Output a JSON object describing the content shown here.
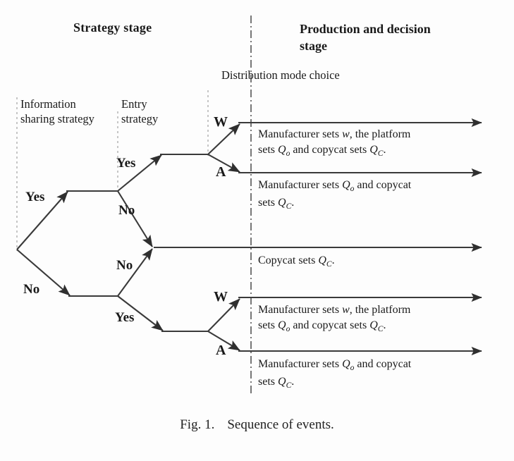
{
  "figure": {
    "caption_label": "Fig. 1.",
    "caption_text": "Sequence of events."
  },
  "headers": {
    "left_stage": "Strategy  stage",
    "right_stage": "Production and decision stage",
    "distribution_mode_choice": "Distribution mode choice"
  },
  "columns": {
    "information_sharing": "Information sharing strategy",
    "entry_strategy": "Entry strategy"
  },
  "tree": {
    "level1": [
      {
        "id": "info-yes",
        "label": "Yes"
      },
      {
        "id": "info-no",
        "label": "No"
      }
    ],
    "level2": [
      {
        "id": "entry-yes-upper",
        "label": "Yes"
      },
      {
        "id": "entry-no-upper",
        "label": "No"
      },
      {
        "id": "entry-no-lower",
        "label": "No"
      },
      {
        "id": "entry-yes-lower",
        "label": "Yes"
      }
    ],
    "level3": [
      {
        "id": "mode-w-upper",
        "label": "W"
      },
      {
        "id": "mode-a-upper",
        "label": "A"
      },
      {
        "id": "mode-w-lower",
        "label": "W"
      },
      {
        "id": "mode-a-lower",
        "label": "A"
      }
    ]
  },
  "outcomes": [
    {
      "id": "outcome-w-upper",
      "text_line1_pre": "Manufacturer sets ",
      "var1": "w",
      "text_line1_post": ", the platform",
      "text_line2_pre": "sets ",
      "var2": "Q",
      "var2_sub": "o",
      "text_line2_mid": " and copycat sets ",
      "var3": "Q",
      "var3_sub": "C",
      "text_line2_post": "."
    },
    {
      "id": "outcome-a-upper",
      "text_line1_pre": "Manufacturer sets  ",
      "var1": "Q",
      "var1_sub": "o",
      "text_line1_post": " and copycat",
      "text_line2_pre": "sets ",
      "var2": "Q",
      "var2_sub": "C",
      "text_line2_post": "."
    },
    {
      "id": "outcome-copycat-only",
      "text_line1_pre": "Copycat sets ",
      "var1": "Q",
      "var1_sub": "C",
      "text_line1_post": "."
    },
    {
      "id": "outcome-w-lower",
      "text_line1_pre": "Manufacturer sets ",
      "var1": "w",
      "text_line1_post": ", the platform",
      "text_line2_pre": "sets ",
      "var2": "Q",
      "var2_sub": "o",
      "text_line2_mid": " and copycat sets ",
      "var3": "Q",
      "var3_sub": "C",
      "text_line2_post": "."
    },
    {
      "id": "outcome-a-lower",
      "text_line1_pre": "Manufacturer sets  ",
      "var1": "Q",
      "var1_sub": "o",
      "text_line1_post": " and copycat",
      "text_line2_pre": "sets ",
      "var2": "Q",
      "var2_sub": "C",
      "text_line2_post": "."
    }
  ],
  "colors": {
    "ink": "#1a1a1a",
    "line": "#3a3a3a",
    "guide": "#b4b4b4",
    "background": "#fdfdfd"
  }
}
